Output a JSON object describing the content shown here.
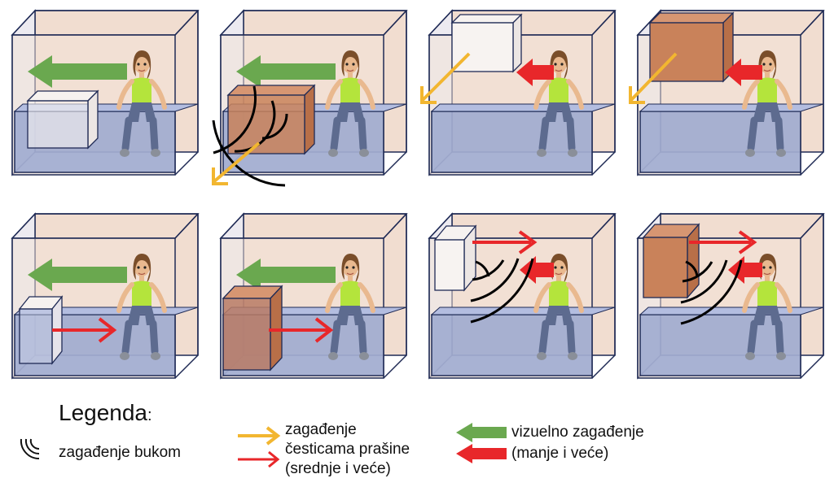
{
  "legend": {
    "title": "Legenda",
    "title_colon": ":",
    "noise": "zagađenje bukom",
    "dust_line1": "zagađenje",
    "dust_line2": "česticama prašine",
    "dust_line3": "(srednje i veće)",
    "visual_line1": "vizuelno zagađenje",
    "visual_line2": "(manje i veće)"
  },
  "colors": {
    "room_back": "#f1ddd0",
    "room_line": "#1f2a55",
    "floor": "#9aa7cf",
    "crate_light": "#f6f2f0",
    "crate_brown": "#c9825a",
    "green_arrow": "#6aa84f",
    "red_arrow": "#e8272a",
    "yellow_arrow": "#f2b630",
    "noise_arcs": "#000000"
  },
  "icons": [
    "noise-arcs-icon",
    "yellow-arrow-icon",
    "red-arrow-icon",
    "green-arrow-icon",
    "person-figure"
  ],
  "panels": [
    {
      "id": "p1",
      "crate": "light-low",
      "arrows": [
        "green-left"
      ],
      "noise": false
    },
    {
      "id": "p2",
      "crate": "brown-low",
      "arrows": [
        "green-left",
        "yellow-diagonal"
      ],
      "noise": true
    },
    {
      "id": "p3",
      "crate": "light-high",
      "arrows": [
        "red-left",
        "yellow-diagonal"
      ],
      "noise": false
    },
    {
      "id": "p4",
      "crate": "brown-high",
      "arrows": [
        "red-left",
        "yellow-diagonal"
      ],
      "noise": false
    },
    {
      "id": "p5",
      "crate": "light-side",
      "arrows": [
        "green-left",
        "red-right"
      ],
      "noise": false
    },
    {
      "id": "p6",
      "crate": "brown-side",
      "arrows": [
        "green-left",
        "red-right"
      ],
      "noise": false
    },
    {
      "id": "p7",
      "crate": "light-side-high",
      "arrows": [
        "red-right",
        "red-left"
      ],
      "noise": true
    },
    {
      "id": "p8",
      "crate": "brown-side-high",
      "arrows": [
        "red-right",
        "red-left"
      ],
      "noise": true
    }
  ]
}
